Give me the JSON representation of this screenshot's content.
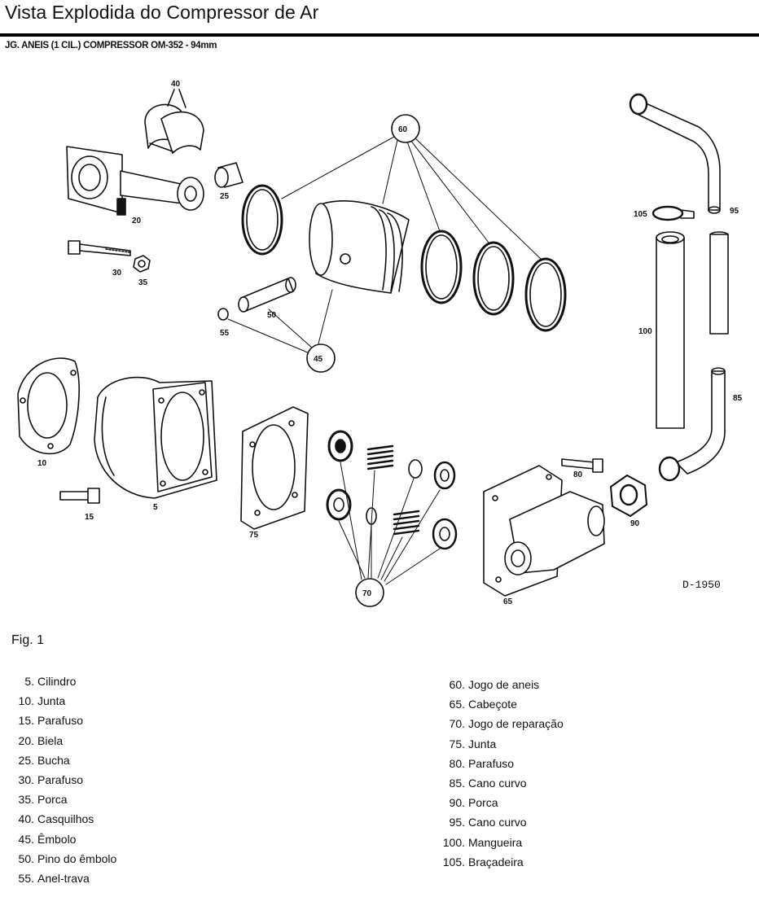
{
  "header": {
    "title": "Vista Explodida do Compressor de Ar",
    "subtitle": "JG. ANEIS (1 CIL.) COMPRESSOR OM-352 - 94mm"
  },
  "diagram": {
    "drawing_code": "D-1950",
    "callouts": {
      "c5": "5",
      "c10": "10",
      "c15": "15",
      "c20": "20",
      "c25": "25",
      "c30": "30",
      "c35": "35",
      "c40": "40",
      "c45": "45",
      "c50": "50",
      "c55": "55",
      "c60": "60",
      "c65": "65",
      "c70": "70",
      "c75": "75",
      "c80": "80",
      "c85": "85",
      "c90": "90",
      "c95": "95",
      "c100": "100",
      "c105": "105"
    }
  },
  "caption": "Fig. 1",
  "legend_left": [
    {
      "num": "5.",
      "label": "Cilindro"
    },
    {
      "num": "10.",
      "label": "Junta"
    },
    {
      "num": "15.",
      "label": "Parafuso"
    },
    {
      "num": "20.",
      "label": "Biela"
    },
    {
      "num": "25.",
      "label": "Bucha"
    },
    {
      "num": "30.",
      "label": "Parafuso"
    },
    {
      "num": "35.",
      "label": "Porca"
    },
    {
      "num": "40.",
      "label": "Casquilhos"
    },
    {
      "num": "45.",
      "label": "Êmbolo"
    },
    {
      "num": "50.",
      "label": "Pino do êmbolo"
    },
    {
      "num": "55.",
      "label": "Anel-trava"
    }
  ],
  "legend_right": [
    {
      "num": "60.",
      "label": "Jogo de aneis"
    },
    {
      "num": "65.",
      "label": "Cabeçote"
    },
    {
      "num": "70.",
      "label": "Jogo de reparação"
    },
    {
      "num": "75.",
      "label": "Junta"
    },
    {
      "num": "80.",
      "label": "Parafuso"
    },
    {
      "num": "85.",
      "label": "Cano curvo"
    },
    {
      "num": "90.",
      "label": "Porca"
    },
    {
      "num": "95.",
      "label": "Cano curvo"
    },
    {
      "num": "100.",
      "label": "Mangueira"
    },
    {
      "num": "105.",
      "label": "Braçadeira"
    }
  ]
}
